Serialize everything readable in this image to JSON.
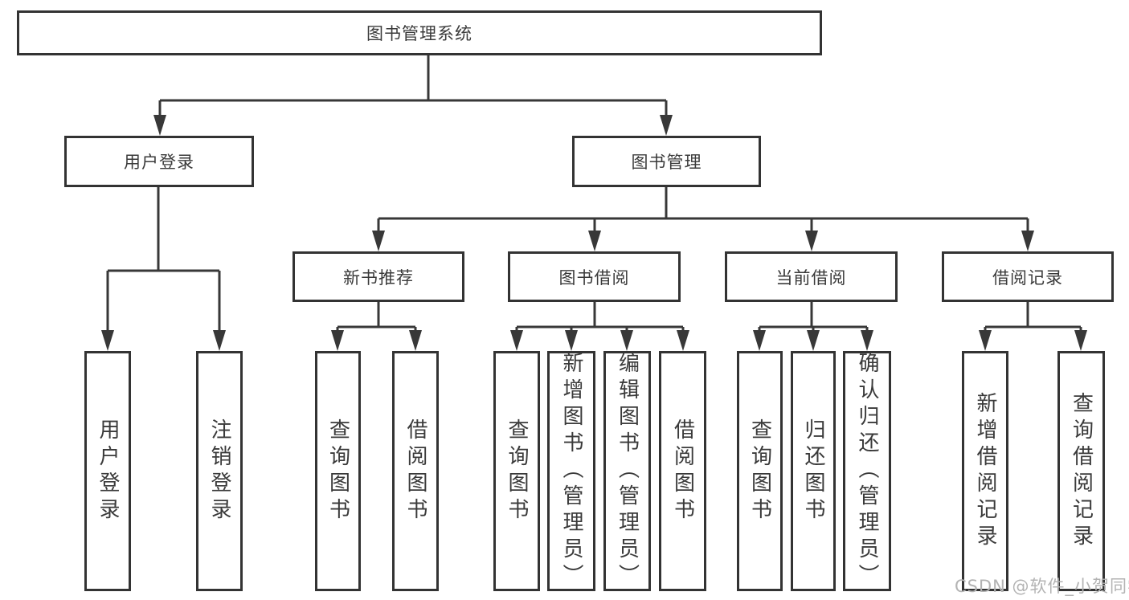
{
  "diagram": {
    "root": {
      "id": "root",
      "label": "图书管理系统"
    },
    "level2": [
      {
        "id": "user-login",
        "label": "用户登录",
        "parent": "root"
      },
      {
        "id": "book-management",
        "label": "图书管理",
        "parent": "root"
      }
    ],
    "level3": [
      {
        "id": "new-book-recommend",
        "label": "新书推荐",
        "parent": "book-management"
      },
      {
        "id": "book-borrow",
        "label": "图书借阅",
        "parent": "book-management"
      },
      {
        "id": "current-borrow",
        "label": "当前借阅",
        "parent": "book-management"
      },
      {
        "id": "borrow-records",
        "label": "借阅记录",
        "parent": "book-management"
      }
    ],
    "leaves": [
      {
        "id": "leaf-user-login",
        "label": "用户登录",
        "parent": "user-login"
      },
      {
        "id": "leaf-logout",
        "label": "注销登录",
        "parent": "user-login"
      },
      {
        "id": "leaf-query-books-recommend",
        "label": "查询图书",
        "parent": "new-book-recommend"
      },
      {
        "id": "leaf-borrow-books-recommend",
        "label": "借阅图书",
        "parent": "new-book-recommend"
      },
      {
        "id": "leaf-query-books-borrow",
        "label": "查询图书",
        "parent": "book-borrow"
      },
      {
        "id": "leaf-add-books-admin",
        "label": "新增图书（管理员）",
        "parent": "book-borrow"
      },
      {
        "id": "leaf-edit-books-admin",
        "label": "编辑图书（管理员）",
        "parent": "book-borrow"
      },
      {
        "id": "leaf-borrow-books",
        "label": "借阅图书",
        "parent": "book-borrow"
      },
      {
        "id": "leaf-query-books-current",
        "label": "查询图书",
        "parent": "current-borrow"
      },
      {
        "id": "leaf-return-books",
        "label": "归还图书",
        "parent": "current-borrow"
      },
      {
        "id": "leaf-confirm-return-admin",
        "label": "确认归还（管理员）",
        "parent": "current-borrow"
      },
      {
        "id": "leaf-add-borrow-record",
        "label": "新增借阅记录",
        "parent": "borrow-records"
      },
      {
        "id": "leaf-query-borrow-record",
        "label": "查询借阅记录",
        "parent": "borrow-records"
      }
    ]
  },
  "watermark": {
    "text": "CSDN @软件_小贺同学"
  },
  "colors": {
    "line": "#383838",
    "border": "#333333",
    "text": "#3a3a3a",
    "watermark": "#b3b3b3",
    "background": "#ffffff"
  }
}
